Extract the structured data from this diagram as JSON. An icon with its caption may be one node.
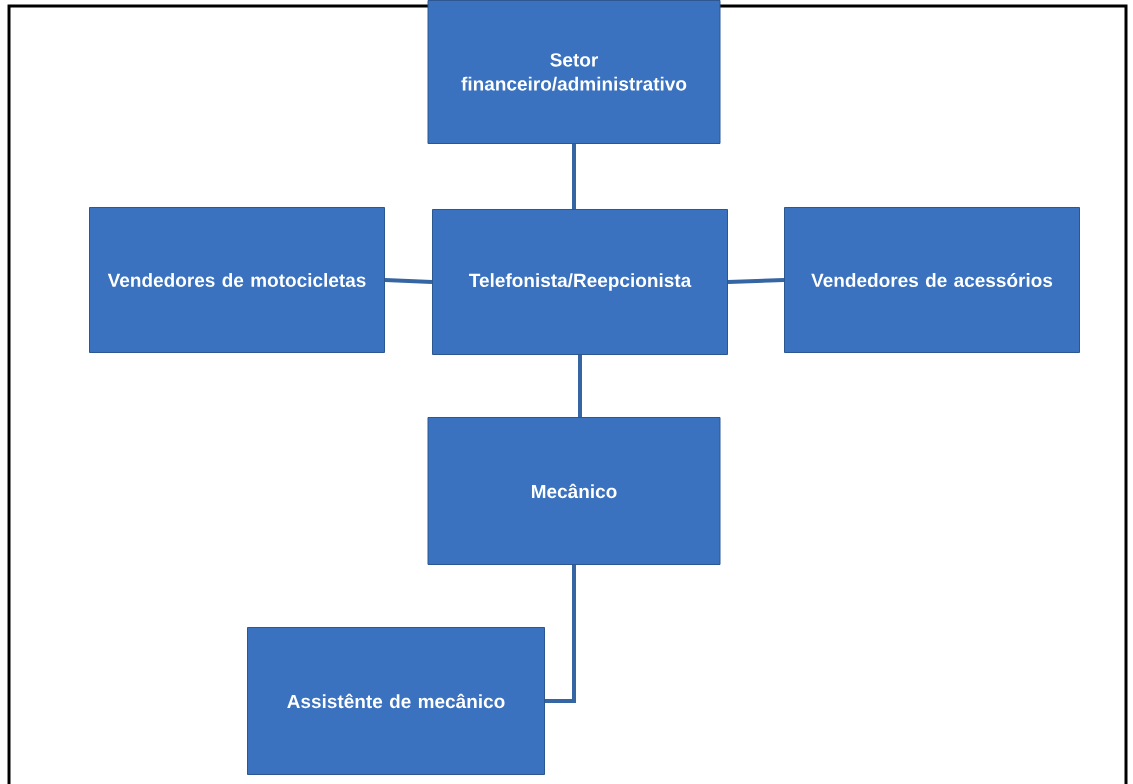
{
  "diagram": {
    "nodes": [
      {
        "text": [
          "Setor financeiro/administrativo"
        ]
      },
      {
        "text": [
          "Vendedores de motocicletas"
        ]
      },
      {
        "text": [
          "Telefonista/Reepcionista"
        ]
      },
      {
        "text": [
          "Vendedores de acessórios"
        ]
      },
      {
        "text": [
          "Mecânico"
        ]
      },
      {
        "text": [
          "Assistênte de mecânico"
        ]
      }
    ],
    "edges": [
      {
        "from": 0,
        "to": 2,
        "arrow": "none"
      },
      {
        "from": 1,
        "to": 2,
        "arrow": "none"
      },
      {
        "from": 2,
        "to": 3,
        "arrow": "none"
      },
      {
        "from": 2,
        "to": 4,
        "arrow": "none"
      },
      {
        "from": 4,
        "to": 5,
        "arrow": "none"
      }
    ]
  }
}
